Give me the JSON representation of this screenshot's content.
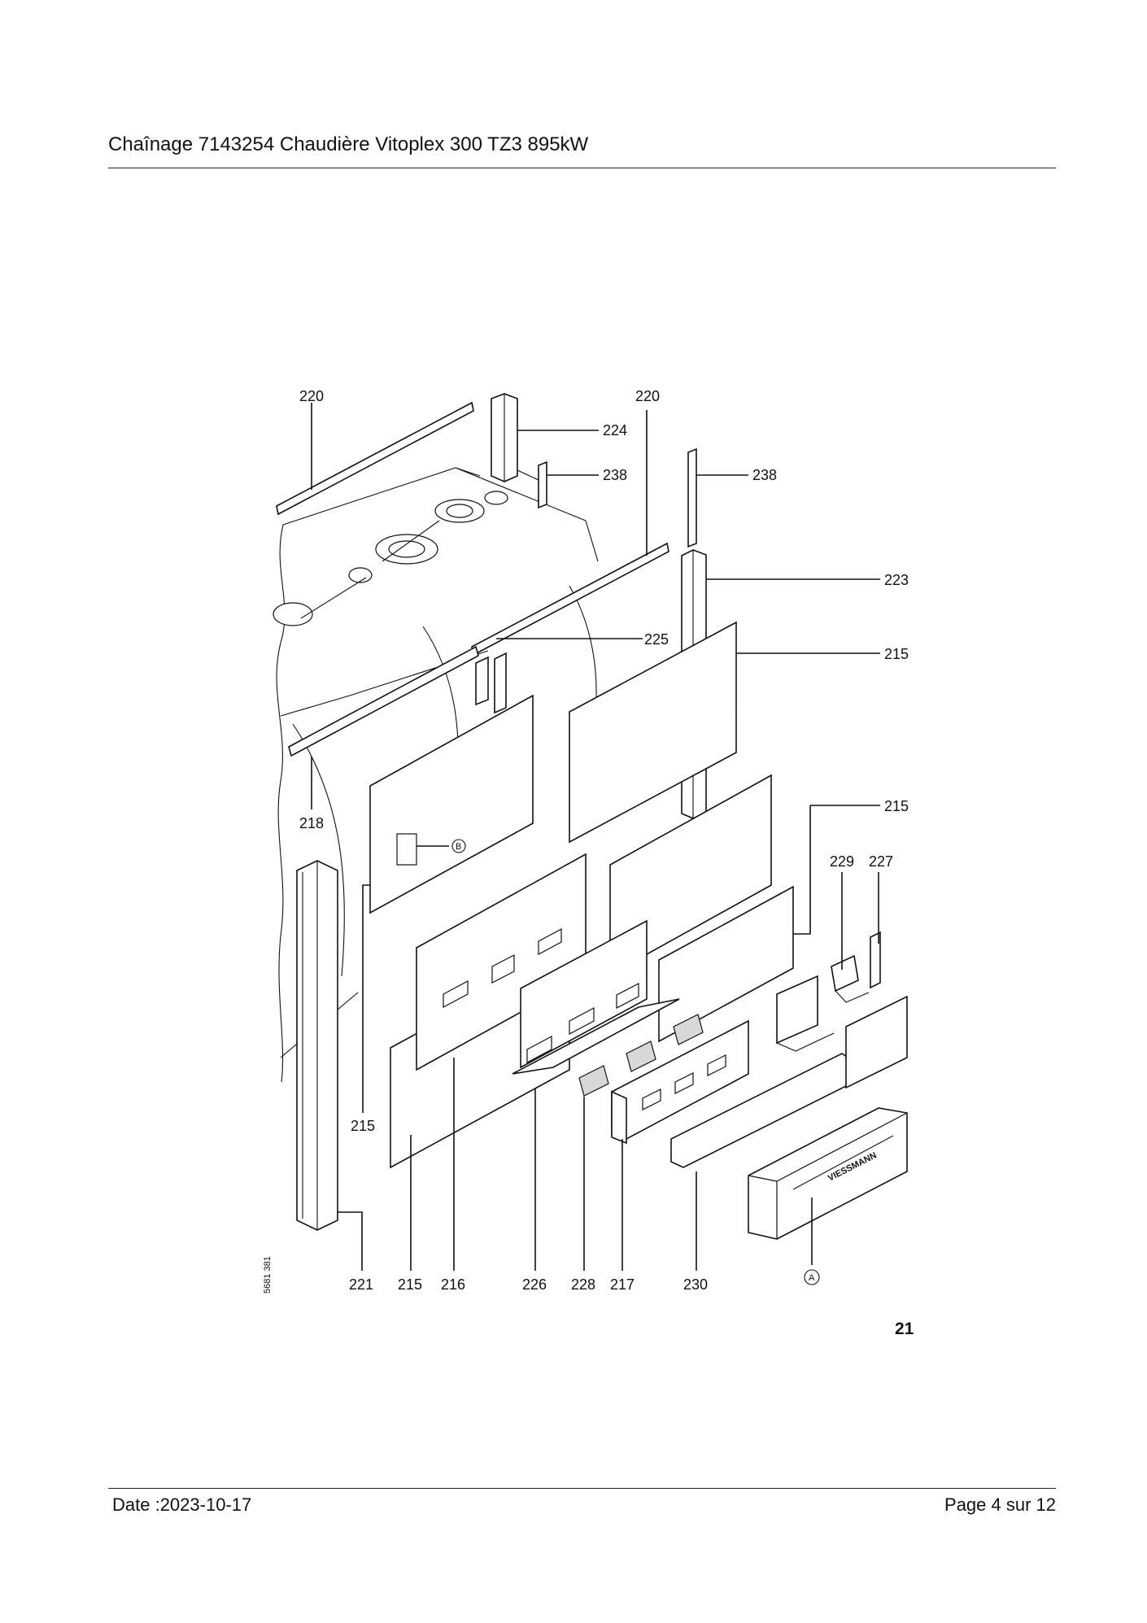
{
  "document": {
    "title": "Chaînage 7143254 Chaudière Vitoplex 300 TZ3 895kW",
    "figure_number": "21",
    "drawing_code": "5681 381",
    "footer_date": "Date :2023-10-17",
    "footer_page": "Page 4 sur  12"
  },
  "callouts": {
    "c220a": "220",
    "c220b": "220",
    "c224": "224",
    "c238a": "238",
    "c238b": "238",
    "c223": "223",
    "c225": "225",
    "c215a": "215",
    "c215b": "215",
    "c218": "218",
    "cB": "B",
    "c229": "229",
    "c227": "227",
    "c215c": "215",
    "c221": "221",
    "c215d": "215",
    "c216": "216",
    "c226": "226",
    "c228": "228",
    "c217": "217",
    "c230": "230",
    "cA": "A"
  },
  "brand_mark": "VIESSMANN"
}
